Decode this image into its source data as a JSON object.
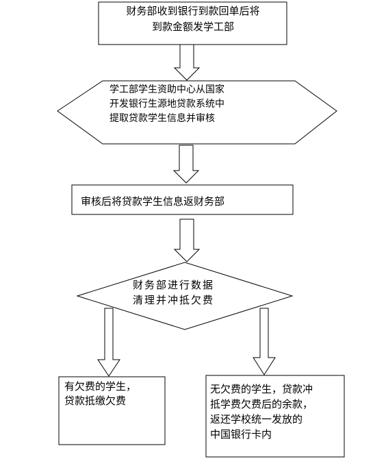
{
  "diagram": {
    "nodes": [
      {
        "id": "n1",
        "shape": "rectangle",
        "text": "财务部收到银行到款回单后将\n到款金额发学工部"
      },
      {
        "id": "n2",
        "shape": "hexagon",
        "text": "学工部学生资助中心从国家\n开发银行生源地贷款系统中\n提取贷款学生信息并审核"
      },
      {
        "id": "n3",
        "shape": "rectangle",
        "text": "审核后将贷款学生信息返财务部"
      },
      {
        "id": "n4",
        "shape": "diamond",
        "text": "财务部进行数据\n清理并冲抵欠费"
      },
      {
        "id": "n5",
        "shape": "rectangle",
        "text": "有欠费的学生，\n贷款抵缴欠费"
      },
      {
        "id": "n6",
        "shape": "rectangle",
        "text": "无欠费的学生，贷款冲\n抵学费欠费后的余款，\n返还学校统一发放的\n中国银行卡内"
      }
    ],
    "edges": [
      {
        "from": "n1",
        "to": "n2",
        "style": "block-arrow"
      },
      {
        "from": "n2",
        "to": "n3",
        "style": "block-arrow"
      },
      {
        "from": "n3",
        "to": "n4",
        "style": "block-arrow"
      },
      {
        "from": "n4",
        "to": "n5",
        "style": "block-arrow"
      },
      {
        "from": "n4",
        "to": "n6",
        "style": "block-arrow"
      }
    ]
  }
}
